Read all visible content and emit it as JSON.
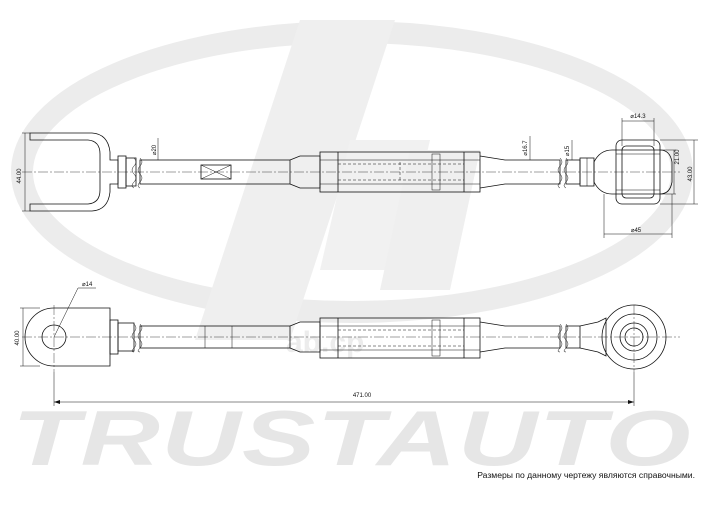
{
  "watermark": {
    "brand": "TRUSTAUTO",
    "middle_text": "ab.cp",
    "color": "#e6e6e6"
  },
  "dimensions": {
    "top_height": "44.00",
    "rod_dia_20": "⌀20",
    "rod_dia_16_7": "⌀16.7",
    "rod_dia_15": "⌀15",
    "bush_dia_14_3": "⌀14.3",
    "bush_height_21": "21.00",
    "bush_height_43": "43.00",
    "bush_width_45": "⌀45",
    "bottom_height": "40.00",
    "hole_dia_14": "⌀14",
    "overall_length": "471.00"
  },
  "footer": {
    "note": "Размеры по данному чертежу являются справочными."
  }
}
